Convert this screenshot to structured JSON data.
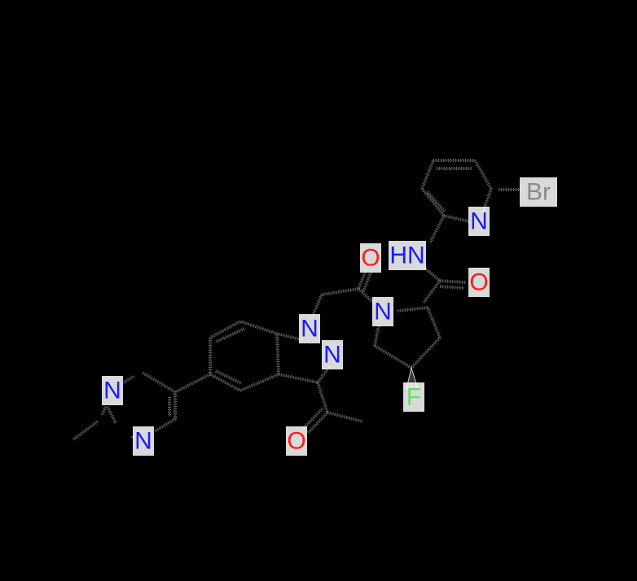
{
  "molecule": {
    "atoms": {
      "br": {
        "label": "Br",
        "color": "#8a8a8a"
      },
      "n_pyridine": {
        "label": "N",
        "color": "#1a1aff"
      },
      "o_amide1": {
        "label": "O",
        "color": "#ff1a1a"
      },
      "hn": {
        "label": "HN",
        "color": "#1a1aff"
      },
      "o_amide2": {
        "label": "O",
        "color": "#ff1a1a"
      },
      "n_pyrrolidine": {
        "label": "N",
        "color": "#1a1aff"
      },
      "n1_indazole": {
        "label": "N",
        "color": "#1a1aff"
      },
      "n2_indazole": {
        "label": "N",
        "color": "#1a1aff"
      },
      "f": {
        "label": "F",
        "color": "#66dd66"
      },
      "n_pyrimidine1": {
        "label": "N",
        "color": "#1a1aff"
      },
      "n_pyrimidine2": {
        "label": "N",
        "color": "#1a1aff"
      },
      "o_acetyl": {
        "label": "O",
        "color": "#ff1a1a"
      }
    }
  }
}
